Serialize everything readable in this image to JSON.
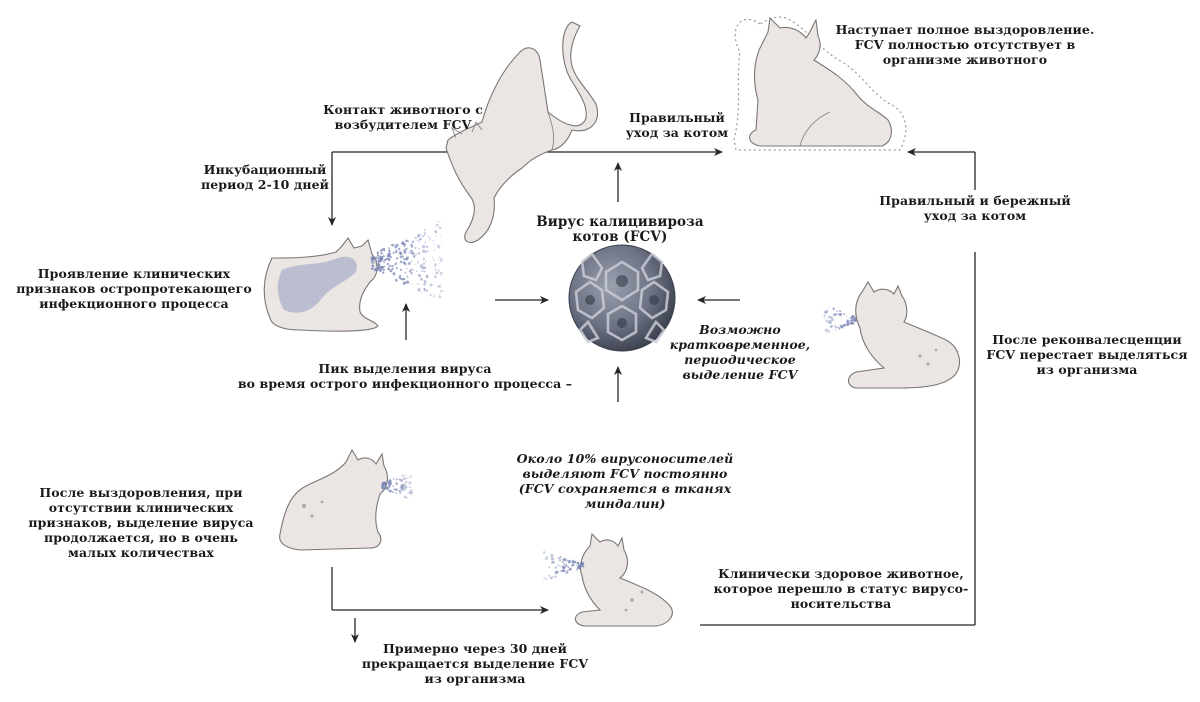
{
  "center": {
    "title": "Вирус калицивироза\nкотов (FCV)",
    "virus_color": "#6c7283"
  },
  "labels": {
    "recovery_full": "Наступает полное выздоровление.\nFCV полностью отсутствует в\nорганизме животного",
    "contact": "Контакт животного с\nвозбудителем FCV",
    "proper_care": "Правильный\nуход за котом",
    "incubation": "Инкубационный\nпериод 2-10 дней",
    "careful_care": "Правильный и бережный\nуход за котом",
    "clinical_signs": "Проявление клинических\nпризнаков остропротекающего\nинфекционного процесса",
    "peak_shedding": "Пик выделения вируса\nво время острого инфекционного процесса –",
    "short_periodic": "Возможно\nкратковременное,\nпериодическое\nвыделение FCV",
    "convalescence": "После реконвалесценции\nFCV перестает выделяться\nиз организма",
    "carriers_10": "Около 10% вирусоносителей\nвыделяют FCV постоянно\n(FCV сохраняется в тканях\nминдалин)",
    "after_recovery": "После выздоровления, при\nотсутствии клинических\nпризнаков, выделение вируса\nпродолжается, но в очень\nмалых количествах",
    "healthy_carrier": "Клинически  здоровое животное,\nкоторое перешло в статус вирусо-\nносительства",
    "after_30_days": "Примерно через 30 дней\nпрекращается выделение FCV\nиз организма"
  },
  "colors": {
    "shedding_dots": "#7a86b5",
    "cat_fill": "#ebe6e3",
    "arrow": "#262626"
  }
}
